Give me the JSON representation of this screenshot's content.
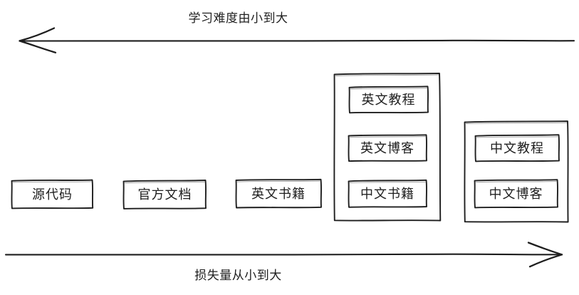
{
  "diagram": {
    "title_top": "学习难度由小到大",
    "title_bottom": "损失量从小到大",
    "stroke_color": "#1e1e1e",
    "background_color": "#ffffff",
    "axes": [
      {
        "name": "learning-difficulty-axis",
        "label": "学习难度由小到大",
        "direction": "left",
        "position": "top"
      },
      {
        "name": "loss-amount-axis",
        "label": "损失量从小到大",
        "direction": "right",
        "position": "bottom"
      }
    ],
    "nodes": [
      {
        "label": "源代码"
      },
      {
        "label": "官方文档"
      },
      {
        "label": "英文书籍"
      },
      {
        "label": "英文教程"
      },
      {
        "label": "英文博客"
      },
      {
        "label": "中文书籍"
      },
      {
        "label": "中文教程"
      },
      {
        "label": "中文博客"
      }
    ],
    "groups": [
      {
        "name": "group-english-materials",
        "members": [
          "英文教程",
          "英文博客",
          "中文书籍"
        ]
      },
      {
        "name": "group-chinese-materials",
        "members": [
          "中文教程",
          "中文博客"
        ]
      }
    ]
  }
}
